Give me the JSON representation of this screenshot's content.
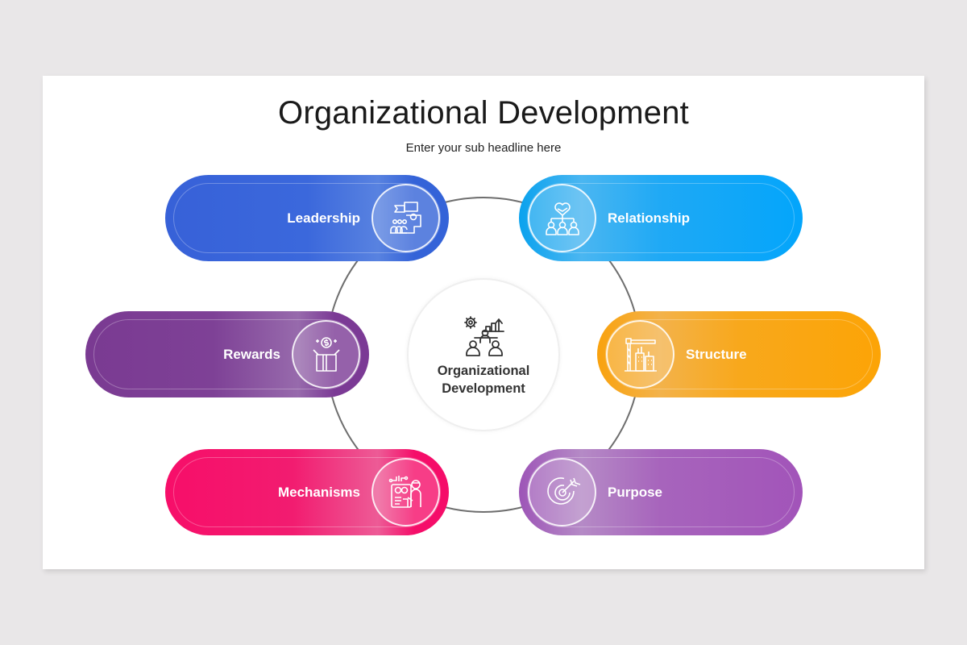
{
  "header": {
    "title": "Organizational Development",
    "subtitle": "Enter your sub headline here"
  },
  "center": {
    "label_line1": "Organizational",
    "label_line2": "Development",
    "icon": "team-growth-icon"
  },
  "items": [
    {
      "label": "Leadership",
      "icon": "leadership-icon",
      "color": "#3761d8",
      "position": "top-left"
    },
    {
      "label": "Relationship",
      "icon": "relationship-icon",
      "color": "#03a5fb",
      "position": "top-right"
    },
    {
      "label": "Rewards",
      "icon": "rewards-icon",
      "color": "#7b3a95",
      "position": "middle-left"
    },
    {
      "label": "Structure",
      "icon": "structure-icon",
      "color": "#fca406",
      "position": "middle-right"
    },
    {
      "label": "Mechanisms",
      "icon": "mechanisms-icon",
      "color": "#f50d69",
      "position": "bottom-left"
    },
    {
      "label": "Purpose",
      "icon": "purpose-icon",
      "color": "#a254b9",
      "position": "bottom-right"
    }
  ],
  "colors": {
    "background": "#e9e7e8",
    "slide": "#ffffff",
    "ring": "#6e6e6e",
    "text_dark": "#1a1a1a"
  }
}
